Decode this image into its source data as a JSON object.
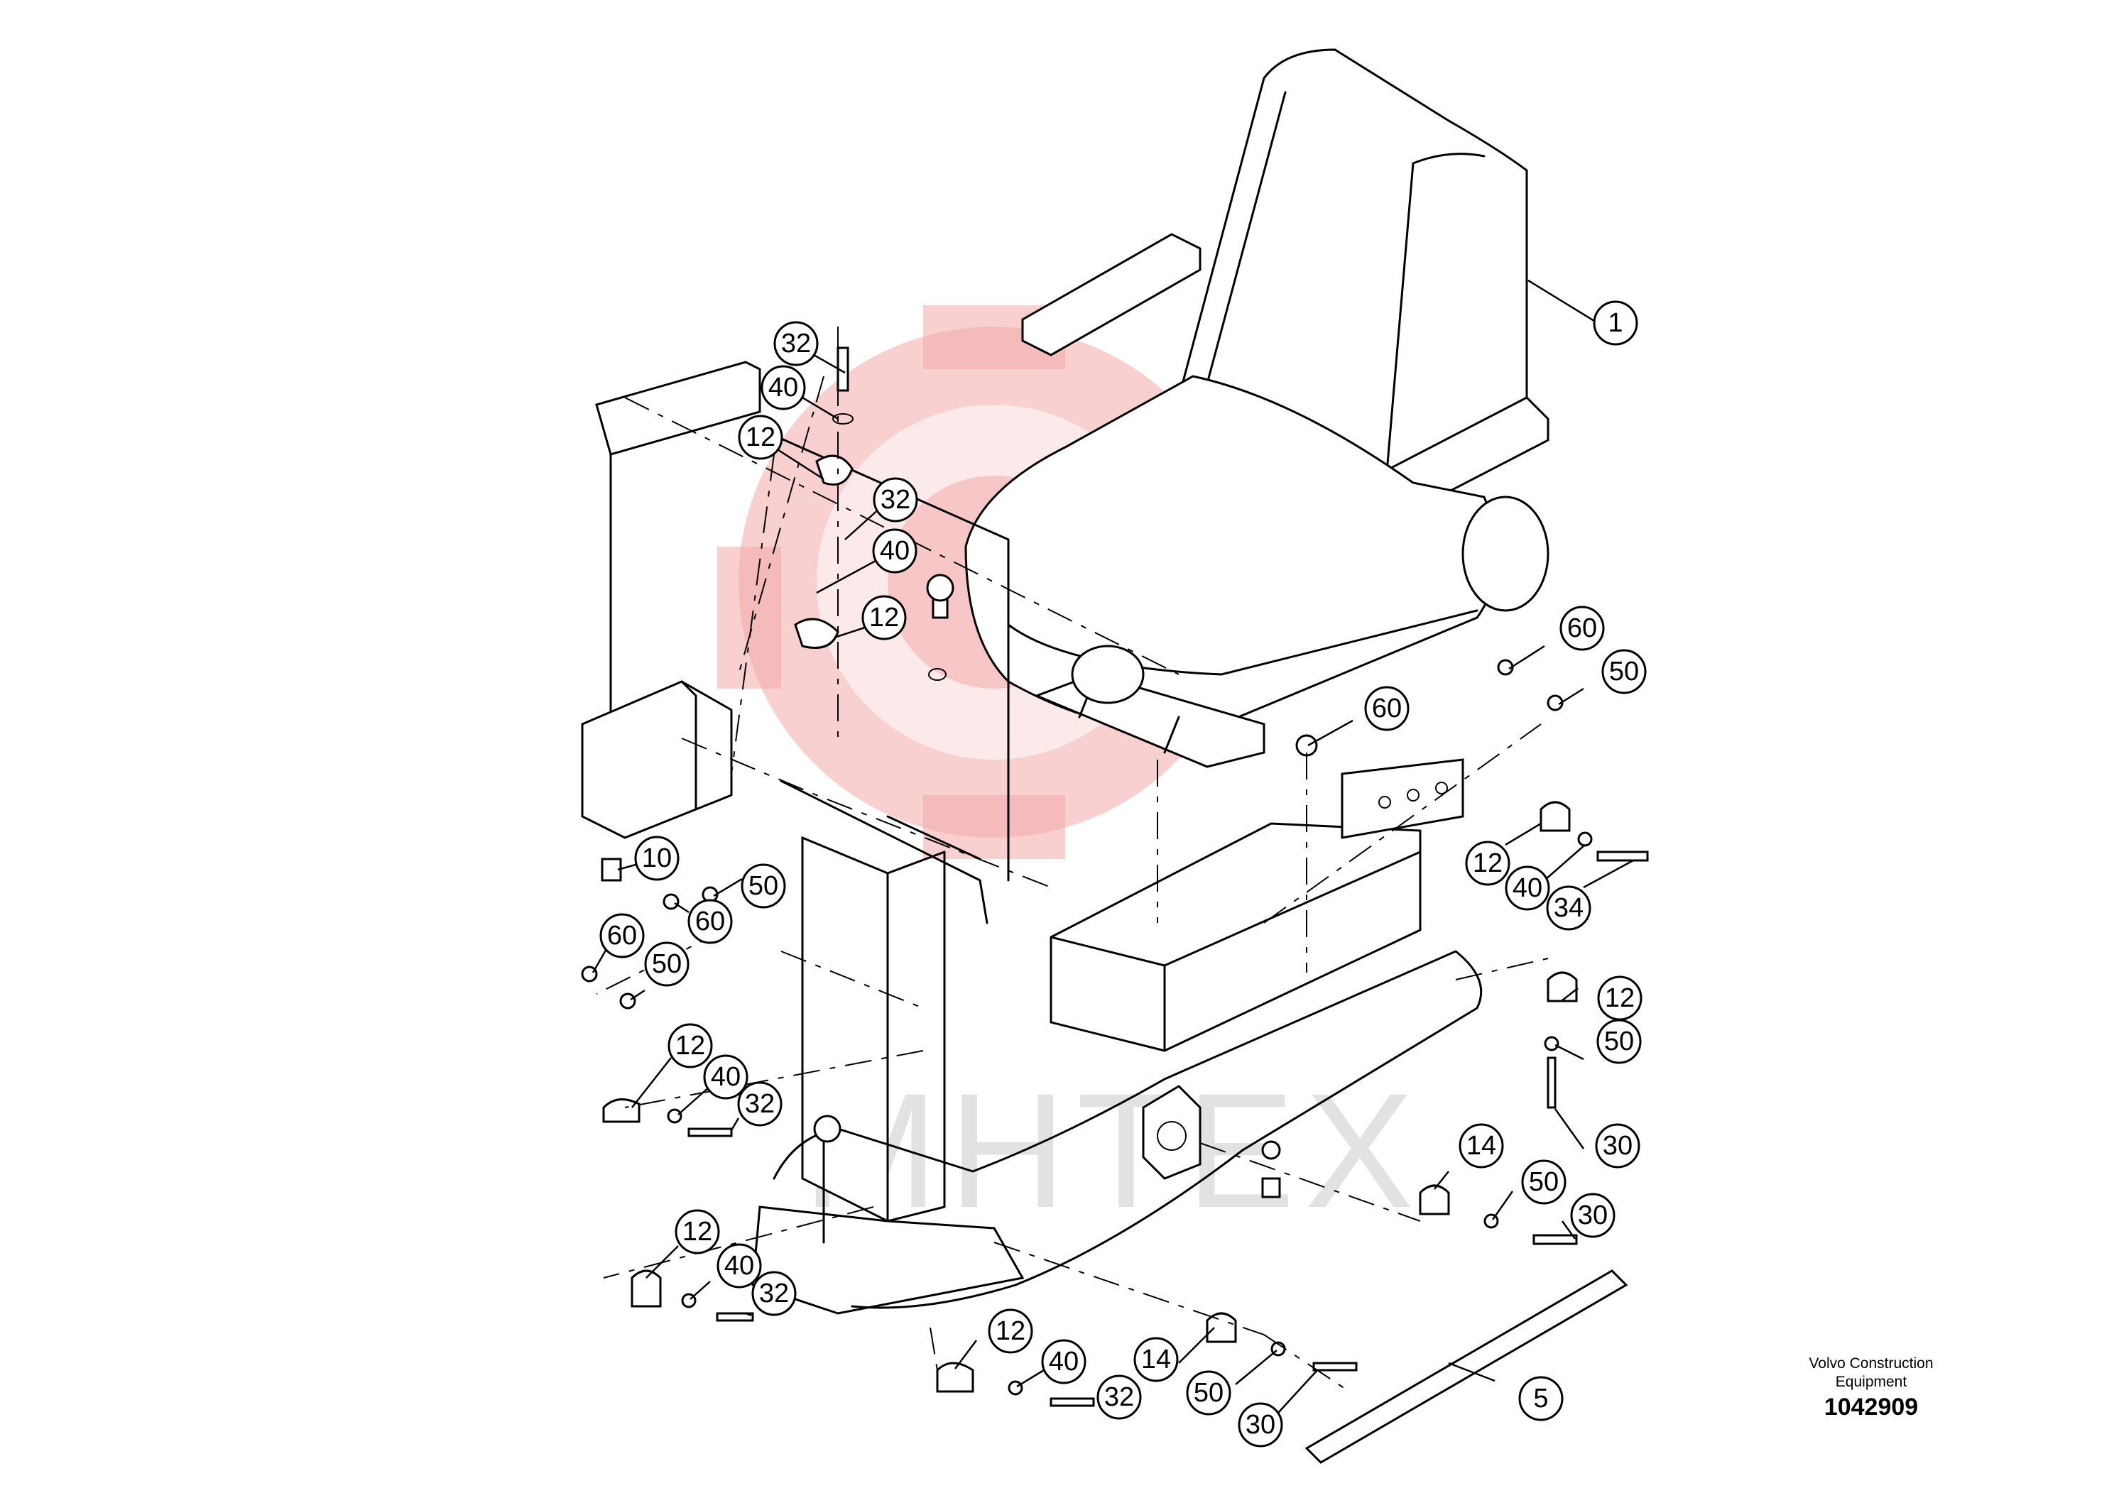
{
  "callouts": [
    "1",
    "32",
    "40",
    "12",
    "32",
    "40",
    "12",
    "60",
    "50",
    "60",
    "12",
    "40",
    "34",
    "10",
    "50",
    "60",
    "60",
    "50",
    "12",
    "12",
    "40",
    "32",
    "50",
    "30",
    "14",
    "50",
    "30",
    "12",
    "40",
    "32",
    "12",
    "40",
    "32",
    "14",
    "50",
    "30",
    "5"
  ],
  "credit": {
    "line1": "Volvo Construction",
    "line2": "Equipment",
    "number": "1042909"
  },
  "watermark": {
    "text": "MHTEX",
    "color": "#f2a9a9"
  }
}
